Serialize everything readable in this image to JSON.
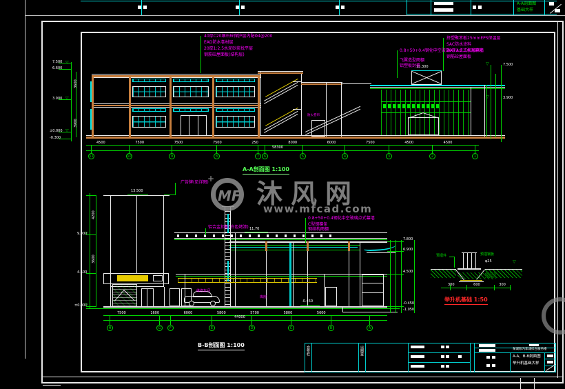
{
  "watermark": {
    "logo": "MF",
    "name": "沐风网",
    "url": "www.mfcad.com",
    "sparkle": "+"
  },
  "upper_sheet": {
    "green_line1": "A-A剖面图",
    "green_line2": "基础大样"
  },
  "section_a": {
    "title": "A-A剖面图 1:100",
    "notes_left": [
      "40厚C20细石砼保护层内配Φ4@200",
      "EAD防水卷材层",
      "20厚1:2.5水泥砂浆找平层",
      "钢筋砼屋面板(结构层)"
    ],
    "notes_right": [
      "挤塑聚苯板25mmEPS保温层",
      "SAC防水涂料",
      "20厚1:2.5水泥砂浆",
      "钢筋砼屋面板"
    ],
    "notes_glass": [
      "0.8+50+0.4钢化中空玻璃A+A点式玻璃幕墙",
      "飞翼造型雨棚",
      "铝塑板封檐"
    ],
    "label_rolldoor": "防火卷帘",
    "penthouse_level": "15.300",
    "levels_left": [
      "7.500",
      "6.600",
      "3.900",
      "±0.000",
      "-0.300"
    ],
    "levels_right": [
      "7.500",
      "3.900"
    ],
    "rot_dims": [
      "3600",
      "3900"
    ],
    "dims_bottom": "4500 7500 7500 7500 250 8000 6000 7500 4500 4500",
    "dim_total": "58300",
    "bubbles": [
      "11",
      "10",
      "9",
      "8",
      "7",
      "6",
      "5",
      "4",
      "3",
      "2",
      "1"
    ]
  },
  "section_b": {
    "title": "B-B剖面图 1:100",
    "note_billboard": "广告牌(见详图)",
    "note_canopy": "铝合金扣板(白色烤漆)",
    "notes_glass": [
      "0.8+50+0.4钢化中空玻璃点式幕墙",
      "C型钢檩条",
      "钢结构雨棚"
    ],
    "label_room": "维修车间",
    "label_room2": "库房",
    "tower_level": "13.500",
    "roof_dim": "11.70",
    "level_floor": "-0.450",
    "levels_left": [
      "9.000",
      "4.500",
      "±0.000"
    ],
    "levels_right": [
      "7.800",
      "6.900",
      "4.500",
      "-0.450",
      "-1.050"
    ],
    "rot_dims": [
      "4200",
      "3600"
    ],
    "dims_bottom": "7500 1600 6000 5800 5700 5800 5600",
    "dim_total": "44000",
    "bubbles": [
      "H",
      "G",
      "F",
      "E",
      "D",
      "C",
      "B",
      "A"
    ]
  },
  "detail": {
    "title": "举升机基础 1:50",
    "label_left": "预埋件",
    "label_right": "预埋钢板",
    "label_bolt": "φ25",
    "dims": "300 600 300"
  },
  "title_block": {
    "strip1": "会签栏",
    "strip2": "出图章",
    "project": "某城际汽车城综合服务楼",
    "drawing_line1": "A-A、B-B剖面图",
    "drawing_line2": "举升机基础大样"
  },
  "colors": {
    "dim_green": "#00d400",
    "cyan": "#00e5e5",
    "magenta": "#ff00ff",
    "column_orange": "#c87f3e",
    "yellow": "#ddc800",
    "title_red": "#ff2828",
    "watermark_gray": "#8f8f8f"
  }
}
